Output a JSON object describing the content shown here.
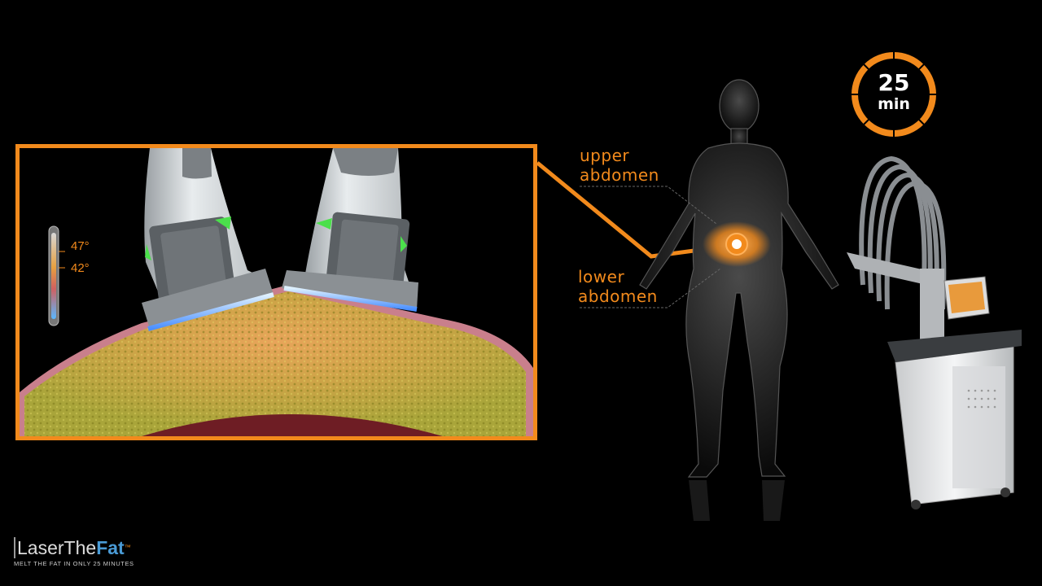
{
  "thermometer": {
    "high_label": "47°",
    "low_label": "42°"
  },
  "zones": {
    "upper": {
      "line1": "upper",
      "line2": "abdomen"
    },
    "lower": {
      "line1": "lower",
      "line2": "abdomen"
    }
  },
  "timer": {
    "number": "25",
    "unit": "min"
  },
  "logo": {
    "part1": "Laser",
    "part2": "The",
    "part3": "Fat",
    "trademark": "™",
    "tagline": "MELT THE FAT IN ONLY 25 MINUTES"
  },
  "colors": {
    "accent": "#f28a1c",
    "background": "#000000",
    "fat": "#b9ae3c",
    "muscle": "#6e1d24",
    "cooling_glow": "#6fb6ff"
  }
}
